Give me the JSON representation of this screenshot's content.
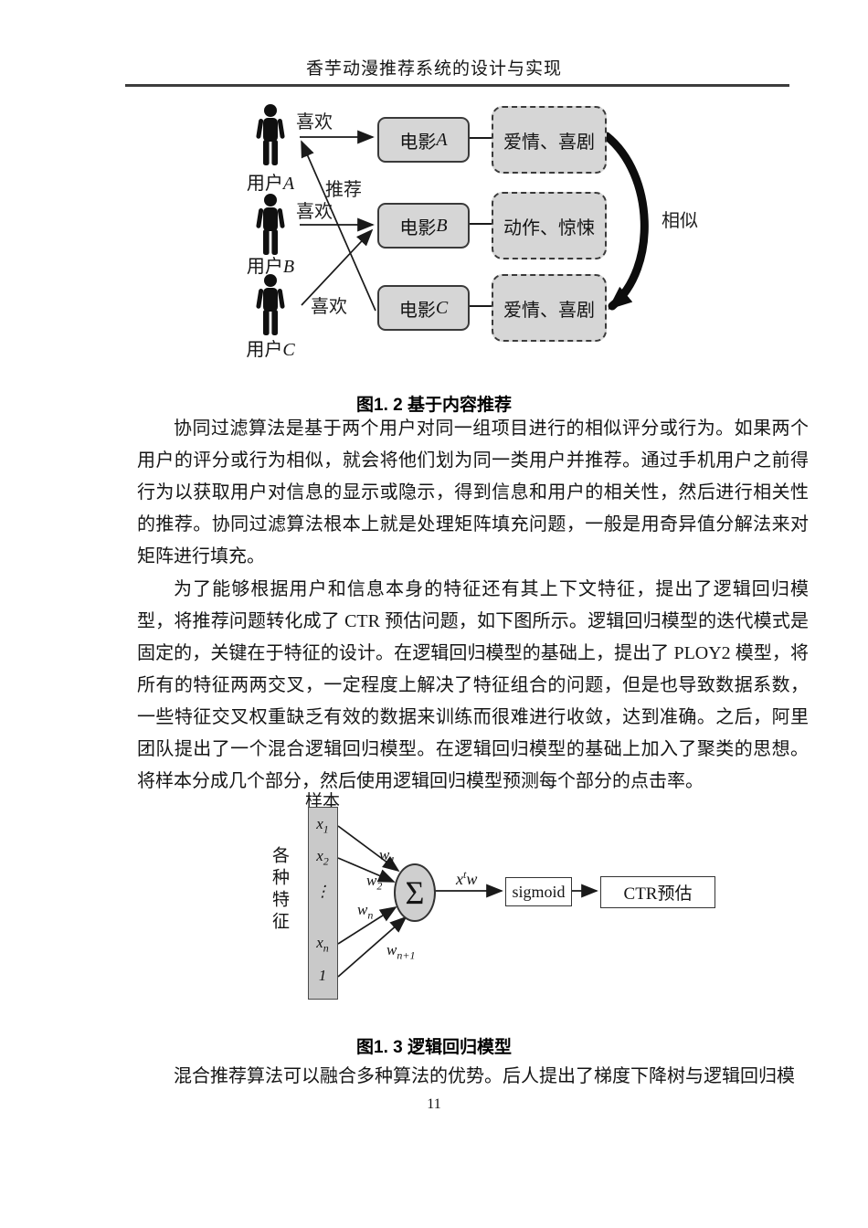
{
  "header": {
    "title": "香芋动漫推荐系统的设计与实现"
  },
  "figure_content_rec": {
    "caption": "图1. 2 基于内容推荐",
    "users": [
      {
        "prefix": "用户",
        "letter": "A"
      },
      {
        "prefix": "用户",
        "letter": "B"
      },
      {
        "prefix": "用户",
        "letter": "C"
      }
    ],
    "likes": [
      "喜欢",
      "喜欢",
      "喜欢"
    ],
    "recommend_label": "推荐",
    "similar_label": "相似",
    "movies": [
      {
        "prefix": "电影",
        "letter": "A"
      },
      {
        "prefix": "电影",
        "letter": "B"
      },
      {
        "prefix": "电影",
        "letter": "C"
      }
    ],
    "genres": [
      "爱情、喜剧",
      "动作、惊悚",
      "爱情、喜剧"
    ]
  },
  "body": {
    "p1": "协同过滤算法是基于两个用户对同一组项目进行的相似评分或行为。如果两个用户的评分或行为相似，就会将他们划为同一类用户并推荐。通过手机用户之前得行为以获取用户对信息的显示或隐示，得到信息和用户的相关性，然后进行相关性的推荐。协同过滤算法根本上就是处理矩阵填充问题，一般是用奇异值分解法来对矩阵进行填充。",
    "p2": "为了能够根据用户和信息本身的特征还有其上下文特征，提出了逻辑回归模型，将推荐问题转化成了 CTR 预估问题，如下图所示。逻辑回归模型的迭代模式是固定的，关键在于特征的设计。在逻辑回归模型的基础上，提出了 PLOY2 模型，将所有的特征两两交叉，一定程度上解决了特征组合的问题，但是也导致数据系数，一些特征交叉权重缺乏有效的数据来训练而很难进行收敛，达到准确。之后，阿里团队提出了一个混合逻辑回归模型。在逻辑回归模型的基础上加入了聚类的思想。将样本分成几个部分，然后使用逻辑回归模型预测每个部分的点击率。",
    "p3": "混合推荐算法可以融合多种算法的优势。后人提出了梯度下降树与逻辑回归模"
  },
  "figure_lr": {
    "caption": "图1. 3 逻辑回归模型",
    "sample_label": "样本",
    "features_label": "各种特征",
    "inputs": [
      {
        "base": "x",
        "sub": "1"
      },
      {
        "base": "x",
        "sub": "2"
      },
      {
        "base": "⋮",
        "sub": ""
      },
      {
        "base": "x",
        "sub": "n"
      },
      {
        "base": "1",
        "sub": ""
      }
    ],
    "weights": [
      {
        "base": "w",
        "sub": "1"
      },
      {
        "base": "w",
        "sub": "2"
      },
      {
        "base": "w",
        "sub": "n"
      },
      {
        "base": "w",
        "sub": "n+1"
      }
    ],
    "sum_symbol": "Σ",
    "output_label": {
      "base": "x",
      "sup": "t",
      "tail": "w"
    },
    "sigmoid_label": "sigmoid",
    "ctr_label": "CTR预估"
  },
  "footer": {
    "page_number": "11"
  },
  "colors": {
    "box_fill": "#d6d6d6",
    "box_border": "#3a3a3a",
    "feature_panel_fill": "#c9c9c9",
    "arrow_color": "#1a1a1a"
  }
}
